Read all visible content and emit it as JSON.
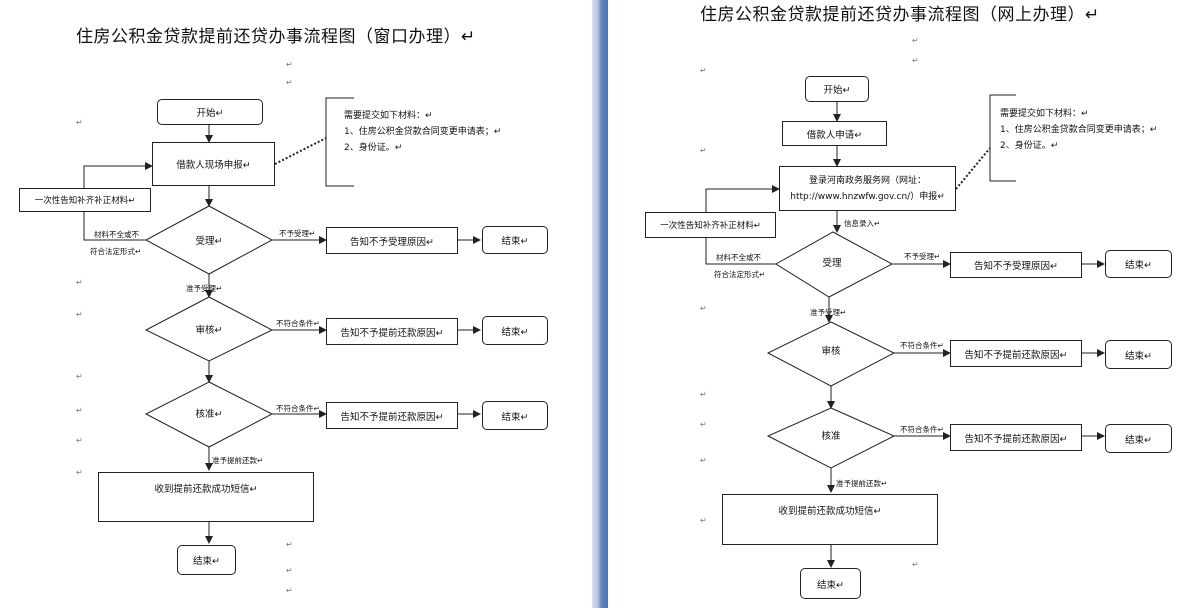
{
  "left": {
    "title": "住房公积金贷款提前还贷办事流程图（窗口办理）↵",
    "start": "开始↵",
    "apply": "借款人现场申报↵",
    "supplement": "一次性告知补齐补正材料↵",
    "accept": "受理↵",
    "review": "审核↵",
    "approve": "核准↵",
    "reason_not_accepted": "告知不予受理原因↵",
    "reason_not_approved_1": "告知不予提前还款原因↵",
    "reason_not_approved_2": "告知不予提前还款原因↵",
    "end_1": "结束↵",
    "end_2": "结束↵",
    "end_3": "结束↵",
    "sms": "收到提前还款成功短信↵",
    "end_final": "结束↵",
    "lbl_incomplete_1": "材料不全或不",
    "lbl_incomplete_2": "符合法定形式↵",
    "lbl_not_accept": "不予受理↵",
    "lbl_accept": "准予受理↵",
    "lbl_not_meet_1": "不符合条件↵",
    "lbl_not_meet_2": "不符合条件↵",
    "lbl_allow_repay": "准予提前还款↵",
    "materials": {
      "head": "需要提交如下材料：↵",
      "item1": "1、住房公积金贷款合同变更申请表；↵",
      "item2": "2、身份证。↵"
    }
  },
  "right": {
    "title": "住房公积金贷款提前还贷办事流程图（网上办理）↵",
    "start": "开始↵",
    "apply": "借款人申请↵",
    "login_line1": "登录河南政务服务网（网址：",
    "login_line2": "http://www.hnzwfw.gov.cn/）申报↵",
    "supplement": "一次性告知补齐补正材料↵",
    "info_entry": "信息录入↵",
    "accept": "受理",
    "review": "审核",
    "approve": "核准",
    "reason_not_accepted": "告知不予受理原因↵",
    "reason_not_approved_1": "告知不予提前还款原因↵",
    "reason_not_approved_2": "告知不予提前还款原因↵",
    "end_1": "结束↵",
    "end_2": "结束↵",
    "end_3": "结束↵",
    "sms": "收到提前还款成功短信↵",
    "end_final": "结束↵",
    "lbl_incomplete_1": "材料不全或不",
    "lbl_incomplete_2": "符合法定形式↵",
    "lbl_not_accept": "不予受理↵",
    "lbl_accept": "准予受理↵",
    "lbl_not_meet_1": "不符合条件↵",
    "lbl_not_meet_2": "不符合条件↵",
    "lbl_allow_repay": "准予提前还款↵",
    "materials": {
      "head": "需要提交如下材料：↵",
      "item1": "1、住房公积金贷款合同变更申请表；↵",
      "item2": "2、身份证。↵"
    }
  }
}
